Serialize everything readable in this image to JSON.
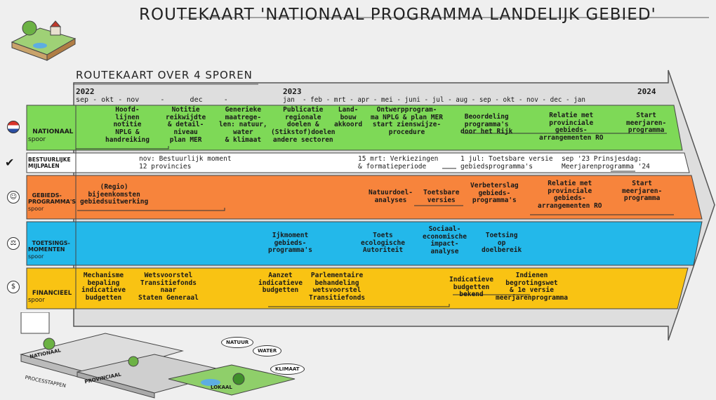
{
  "title": "ROUTEKAART 'NATIONAAL PROGRAMMA LANDELIJK GEBIED'",
  "subtitle": "ROUTEKAART OVER 4 SPOREN",
  "timeline": {
    "year_2022": "2022",
    "year_2023": "2023",
    "year_2024": "2024",
    "months_2022": "sep - okt - nov     -      dec     -",
    "months_2023": "jan  - feb - mrt - apr - mei - juni - jul - aug - sep - okt - nov - dec - jan"
  },
  "lanes": {
    "nationaal": {
      "label": "NATIONAAL",
      "sub": "spoor",
      "items": [
        "Hoofd-\nlijnen\nnotitie\nNPLG &\nhandreiking",
        "Notitie\nreikwijdte\n& detail-\nniveau\nplan MER",
        "Generieke\nmaatrege-\nlen: natuur,\nwater\n& klimaat",
        "Publicatie\nregionale\ndoelen &\n(Stikstof)doelen\nandere sectoren",
        "Land-\nbouw\nakkoord",
        "Ontwerpprogram-\nma NPLG & plan MER\nstart zienswijze-\nprocedure",
        "Beoordeling\nprogramma's\ndoor het Rijk",
        "Relatie met\nprovinciale\ngebieds-\narrangementen RO",
        "Start\nmeerjaren-\nprogramma"
      ]
    },
    "bestuurlijk": {
      "label": "BESTUURLIJKE\nMIJLPALEN",
      "items": [
        "nov: Bestuurlijk moment\n12 provincies",
        "15 mrt: Verkiezingen\n& formatieperiode",
        "1 jul: Toetsbare versie\ngebiedsprogramma's",
        "sep '23 Prinsjesdag:\nMeerjarenprogramma '24"
      ]
    },
    "gebieds": {
      "label": "GEBIEDS-\nPROGRAMMA'S",
      "sub": "spoor",
      "items": [
        "(Regio)\nbijeenkomsten\ngebiedsuitwerking",
        "Natuurdoel-\nanalyses",
        "Toetsbare\nversies",
        "Verbeterslag\ngebieds-\nprogramma's",
        "Relatie met\nprovinciale\ngebieds-\narrangementen RO",
        "Start\nmeerjaren-\nprogramma"
      ]
    },
    "toetsing": {
      "label": "TOETSINGS-\nMOMENTEN",
      "sub": "spoor",
      "items": [
        "Ijkmoment\ngebieds-\nprogramma's",
        "Toets\necologische\nAutoriteit",
        "Sociaal-\neconomische\nimpact-\nanalyse",
        "Toetsing\nop\ndoelbereik"
      ]
    },
    "financieel": {
      "label": "FINANCIEEL",
      "sub": "spoor",
      "items": [
        "Mechanisme\nbepaling\nindicatieve\nbudgetten",
        "Wetsvoorstel\nTransitiefonds\nnaar\nStaten Generaal",
        "Aanzet\nindicatieve\nbudgetten",
        "Parlementaire\nbehandeling\nwetsvoorstel\nTransitiefonds",
        "Indicatieve\nbudgetten\nbekend",
        "Indienen\nbegrotingswet\n& 1e versie\nmeerjarenprogramma"
      ]
    }
  },
  "illustration": {
    "labels": [
      "NATUUR",
      "WATER",
      "KLIMAAT",
      "NATIONAAL",
      "PROVINCIAAL",
      "LOKAAL",
      "PROCESSTAPPEN"
    ]
  },
  "colors": {
    "nationaal": "#7ed957",
    "bestuurlijk": "#ffffff",
    "gebieds": "#f7843c",
    "toetsing": "#23b8ea",
    "financieel": "#f9c313"
  }
}
